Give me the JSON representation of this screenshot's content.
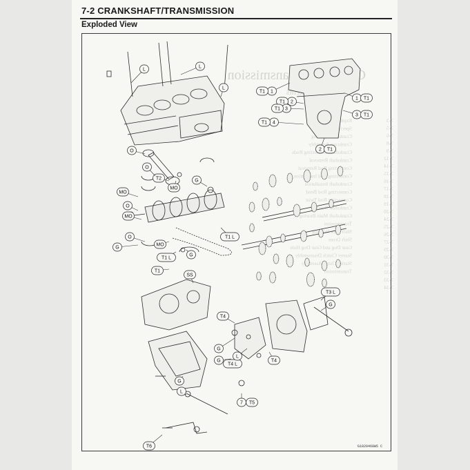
{
  "header": {
    "title": "7-2 CRANKSHAFT/TRANSMISSION",
    "subtitle": "Exploded View"
  },
  "footer": {
    "figure_code": "G1820468W5 C"
  },
  "callouts": {
    "L": "L",
    "O": "O",
    "G": "G",
    "MO": "MO",
    "SS": "SS",
    "T1": "T1",
    "T2": "T2",
    "T3": "T3",
    "T4": "T4",
    "T5": "T5",
    "T6": "T6",
    "n1": "1",
    "n2": "2",
    "n3": "3",
    "n4": "4",
    "n7": "7",
    "T1L": "T1 L",
    "T3L": "T3 L",
    "T4L": "T4 L"
  },
  "bleed_through": {
    "heading": "Crankshaft/Transmission",
    "toc_label": "Table of Contents",
    "toc_rows": [
      "Exploded View",
      "Specifications",
      "Crankcase Splitting",
      "Crankcase Assembly",
      "Crankshaft/Connecting Rods",
      "Crankshaft Removal",
      "Connecting Rod Removal",
      "Connecting Rod Installation",
      "Crankshaft Installation",
      "Connecting Rod Bend",
      "Connecting Rod Twist",
      "Crankshaft Runout",
      "Crankshaft Main Bearing",
      "Transmission",
      "Shift Fork Bending",
      "Shift Drum",
      "Gear Dog and Gear Dog Hole",
      "Starter Clutch Disassembly",
      "Starter Clutch Assembly",
      "Transmission"
    ],
    "pages": [
      "7-3",
      "7-5",
      "7-6",
      "7-8",
      "7-9",
      "7-12",
      "7-14",
      "7-15",
      "7-16",
      "7-17",
      "7-18",
      "7-19",
      "7-20",
      "7-24",
      "7-25",
      "7-26",
      "7-27",
      "7-29",
      "7-30",
      "7-31",
      "7-32",
      "7-33",
      "7-34"
    ]
  }
}
